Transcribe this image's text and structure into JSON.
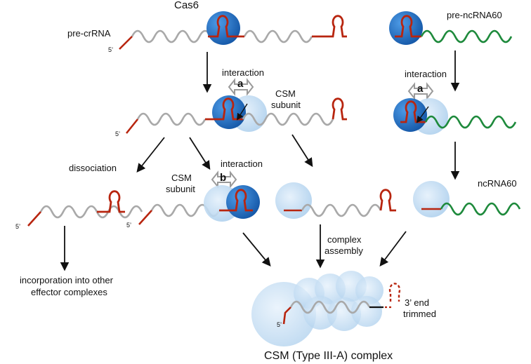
{
  "colors": {
    "cas6": "#1f6fc4",
    "csm_subunit": "#bcd8f0",
    "crrna_handle": "#b8250f",
    "spacer": "#a9a9a9",
    "ncrna": "#1e8a3c",
    "arrow": "#111111",
    "double_arrow": "#9a9a9a"
  },
  "labels": {
    "cas6": "Cas6",
    "pre_crrna": "pre-crRNA",
    "pre_ncrna60": "pre-ncRNA60",
    "interaction_1": "interaction",
    "interaction_2": "interaction",
    "interaction_3": "interaction",
    "letter_a_1": "a",
    "letter_a_2": "a",
    "letter_b": "b",
    "csm_subunit_1_line1": "CSM",
    "csm_subunit_1_line2": "subunit",
    "csm_subunit_2_line1": "CSM",
    "csm_subunit_2_line2": "subunit",
    "dissociation": "dissociation",
    "ncrna60": "ncRNA60",
    "complex_assembly_line1": "complex",
    "complex_assembly_line2": "assembly",
    "incorporation_line1": "incorporation into other",
    "incorporation_line2": "effector complexes",
    "end_trimmed_line1": "3’ end",
    "end_trimmed_line2": "trimmed",
    "final_complex": "CSM (Type III-A) complex",
    "five_prime": "5’"
  },
  "icons": {
    "cas6_protein": "blue-sphere",
    "csm_protein": "pale-blue-sphere",
    "hairpin": "rna-stem-loop",
    "interaction_arrow": "double-headed-arrow"
  }
}
